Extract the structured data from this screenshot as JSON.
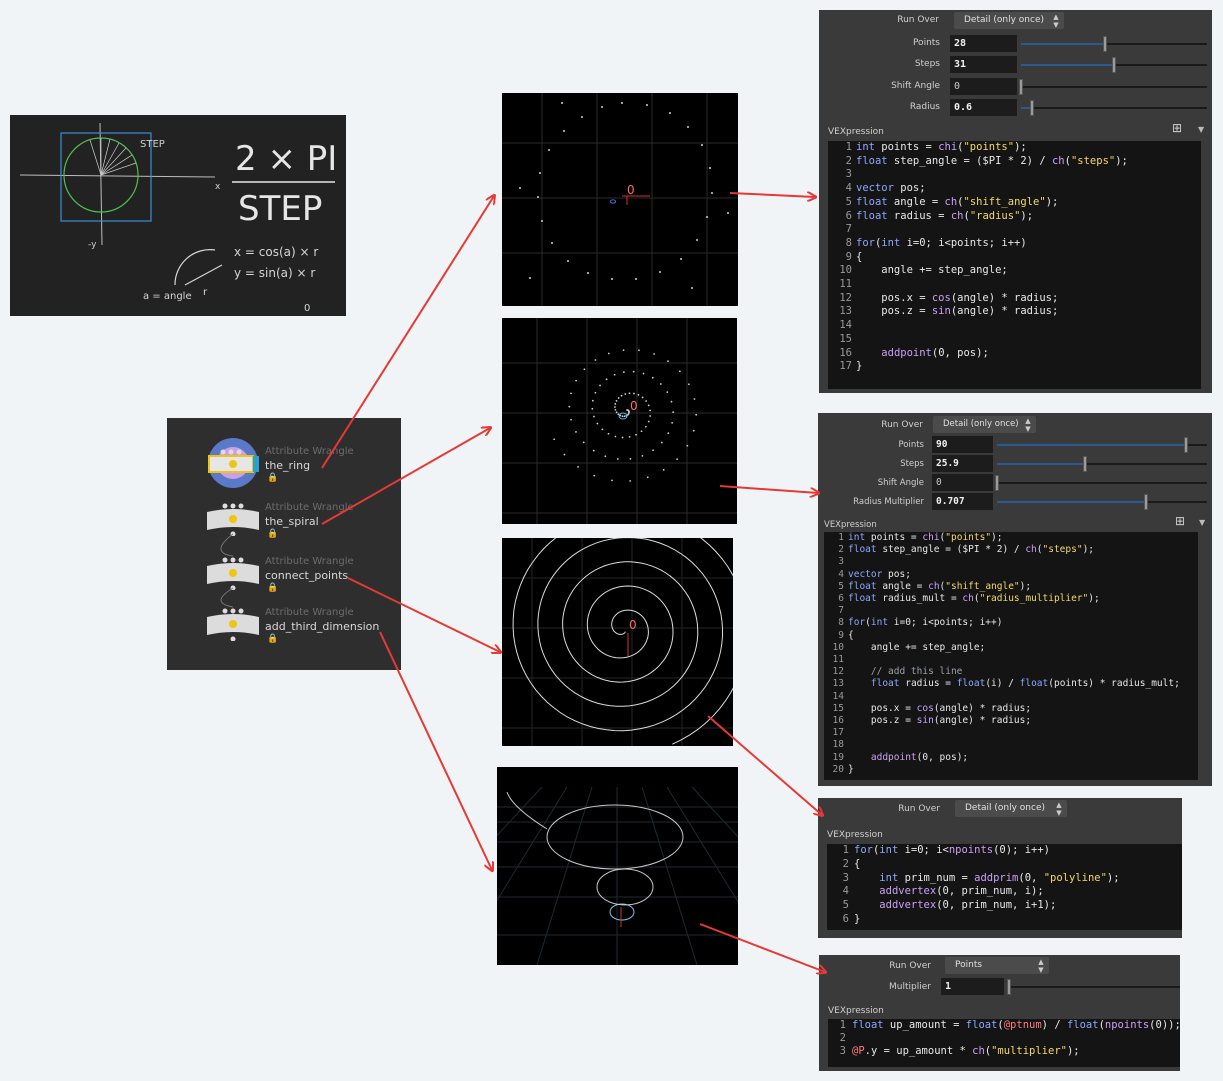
{
  "chalkboard": {
    "formula_top": "2 × PI",
    "formula_bottom": "STEP",
    "eq_x": "x = cos(a) × r",
    "eq_y": "y = sin(a) × r",
    "step_label": "STEP",
    "angle_label": "a = angle",
    "r_label": "r",
    "origin_label": "0",
    "axis_x": "x",
    "axis_y": "-y"
  },
  "network": {
    "nodes": [
      {
        "type": "Attribute Wrangle",
        "name": "the_ring",
        "selected": true
      },
      {
        "type": "Attribute Wrangle",
        "name": "the_spiral",
        "selected": false
      },
      {
        "type": "Attribute Wrangle",
        "name": "connect_points",
        "selected": false
      },
      {
        "type": "Attribute Wrangle",
        "name": "add_third_dimension",
        "selected": false
      }
    ]
  },
  "viewports": {
    "origin_label": "0"
  },
  "panel1": {
    "run_over_label": "Run Over",
    "run_over_value": "Detail (only once)",
    "params": [
      {
        "label": "Points",
        "value": "28",
        "fraction": 0.45
      },
      {
        "label": "Steps",
        "value": "31",
        "fraction": 0.5
      },
      {
        "label": "Shift Angle",
        "value": "0",
        "fraction": 0.0
      },
      {
        "label": "Radius",
        "value": "0.6",
        "fraction": 0.06
      }
    ],
    "vex_label": "VEXpression",
    "line_numbers": [
      "1",
      "2",
      "3",
      "4",
      "5",
      "6",
      "7",
      "8",
      "9",
      "10",
      "11",
      "12",
      "13",
      "14",
      "15",
      "16",
      "17"
    ]
  },
  "panel2": {
    "run_over_label": "Run Over",
    "run_over_value": "Detail (only once)",
    "params": [
      {
        "label": "Points",
        "value": "90",
        "fraction": 0.9
      },
      {
        "label": "Steps",
        "value": "25.9",
        "fraction": 0.42
      },
      {
        "label": "Shift Angle",
        "value": "0",
        "fraction": 0.0
      },
      {
        "label": "Radius Multiplier",
        "value": "0.707",
        "fraction": 0.71
      }
    ],
    "vex_label": "VEXpression",
    "line_numbers": [
      "1",
      "2",
      "3",
      "4",
      "5",
      "6",
      "7",
      "8",
      "9",
      "10",
      "11",
      "12",
      "13",
      "14",
      "15",
      "16",
      "17",
      "18",
      "19",
      "20"
    ]
  },
  "panel3": {
    "run_over_label": "Run Over",
    "run_over_value": "Detail (only once)",
    "vex_label": "VEXpression",
    "line_numbers": [
      "1",
      "2",
      "3",
      "4",
      "5",
      "6"
    ]
  },
  "panel4": {
    "run_over_label": "Run Over",
    "run_over_value": "Points",
    "params": [
      {
        "label": "Multiplier",
        "value": "1",
        "fraction": 0.0
      }
    ],
    "vex_label": "VEXpression",
    "line_numbers": [
      "1",
      "2",
      "3"
    ]
  },
  "code": {
    "p1": [
      [
        [
          "kw",
          "int"
        ],
        [
          "t",
          " points = "
        ],
        [
          "fn",
          "chi"
        ],
        [
          "t",
          "("
        ],
        [
          "str",
          "\"points\""
        ],
        [
          "t",
          ");"
        ]
      ],
      [
        [
          "kw",
          "float"
        ],
        [
          "t",
          " step_angle = ($PI * 2) / "
        ],
        [
          "fn",
          "ch"
        ],
        [
          "t",
          "("
        ],
        [
          "str",
          "\"steps\""
        ],
        [
          "t",
          ");"
        ]
      ],
      [],
      [
        [
          "kw",
          "vector"
        ],
        [
          "t",
          " pos;"
        ]
      ],
      [
        [
          "kw",
          "float"
        ],
        [
          "t",
          " angle = "
        ],
        [
          "fn",
          "ch"
        ],
        [
          "t",
          "("
        ],
        [
          "str",
          "\"shift_angle\""
        ],
        [
          "t",
          ");"
        ]
      ],
      [
        [
          "kw",
          "float"
        ],
        [
          "t",
          " radius = "
        ],
        [
          "fn",
          "ch"
        ],
        [
          "t",
          "("
        ],
        [
          "str",
          "\"radius\""
        ],
        [
          "t",
          ");"
        ]
      ],
      [],
      [
        [
          "kw",
          "for"
        ],
        [
          "t",
          "("
        ],
        [
          "kw",
          "int"
        ],
        [
          "t",
          " i=0; i<points; i++)"
        ]
      ],
      [
        [
          "t",
          "{"
        ]
      ],
      [
        [
          "t",
          "    angle += step_angle;"
        ]
      ],
      [],
      [
        [
          "t",
          "    pos.x = "
        ],
        [
          "fn",
          "cos"
        ],
        [
          "t",
          "(angle) * radius;"
        ]
      ],
      [
        [
          "t",
          "    pos.z = "
        ],
        [
          "fn",
          "sin"
        ],
        [
          "t",
          "(angle) * radius;"
        ]
      ],
      [],
      [],
      [
        [
          "t",
          "    "
        ],
        [
          "fn",
          "addpoint"
        ],
        [
          "t",
          "(0, pos);"
        ]
      ],
      [
        [
          "t",
          "}"
        ]
      ]
    ],
    "p2": [
      [
        [
          "kw",
          "int"
        ],
        [
          "t",
          " points = "
        ],
        [
          "fn",
          "chi"
        ],
        [
          "t",
          "("
        ],
        [
          "str",
          "\"points\""
        ],
        [
          "t",
          ");"
        ]
      ],
      [
        [
          "kw",
          "float"
        ],
        [
          "t",
          " step_angle = ($PI * 2) / "
        ],
        [
          "fn",
          "ch"
        ],
        [
          "t",
          "("
        ],
        [
          "str",
          "\"steps\""
        ],
        [
          "t",
          ");"
        ]
      ],
      [],
      [
        [
          "kw",
          "vector"
        ],
        [
          "t",
          " pos;"
        ]
      ],
      [
        [
          "kw",
          "float"
        ],
        [
          "t",
          " angle = "
        ],
        [
          "fn",
          "ch"
        ],
        [
          "t",
          "("
        ],
        [
          "str",
          "\"shift_angle\""
        ],
        [
          "t",
          ");"
        ]
      ],
      [
        [
          "kw",
          "float"
        ],
        [
          "t",
          " radius_mult = "
        ],
        [
          "fn",
          "ch"
        ],
        [
          "t",
          "("
        ],
        [
          "str",
          "\"radius_multiplier\""
        ],
        [
          "t",
          ");"
        ]
      ],
      [],
      [
        [
          "kw",
          "for"
        ],
        [
          "t",
          "("
        ],
        [
          "kw",
          "int"
        ],
        [
          "t",
          " i=0; i<points; i++)"
        ]
      ],
      [
        [
          "t",
          "{"
        ]
      ],
      [
        [
          "t",
          "    angle += step_angle;"
        ]
      ],
      [],
      [
        [
          "t",
          "    "
        ],
        [
          "cm",
          "// add this line"
        ]
      ],
      [
        [
          "t",
          "    "
        ],
        [
          "kw",
          "float"
        ],
        [
          "t",
          " radius = "
        ],
        [
          "kw",
          "float"
        ],
        [
          "t",
          "(i) / "
        ],
        [
          "kw",
          "float"
        ],
        [
          "t",
          "(points) * radius_mult;"
        ]
      ],
      [],
      [
        [
          "t",
          "    pos.x = "
        ],
        [
          "fn",
          "cos"
        ],
        [
          "t",
          "(angle) * radius;"
        ]
      ],
      [
        [
          "t",
          "    pos.z = "
        ],
        [
          "fn",
          "sin"
        ],
        [
          "t",
          "(angle) * radius;"
        ]
      ],
      [],
      [],
      [
        [
          "t",
          "    "
        ],
        [
          "fn",
          "addpoint"
        ],
        [
          "t",
          "(0, pos);"
        ]
      ],
      [
        [
          "t",
          "}"
        ]
      ]
    ],
    "p3": [
      [
        [
          "kw",
          "for"
        ],
        [
          "t",
          "("
        ],
        [
          "kw",
          "int"
        ],
        [
          "t",
          " i=0; i<"
        ],
        [
          "fn",
          "npoints"
        ],
        [
          "t",
          "(0); i++)"
        ]
      ],
      [
        [
          "t",
          "{"
        ]
      ],
      [
        [
          "t",
          "    "
        ],
        [
          "kw",
          "int"
        ],
        [
          "t",
          " prim_num = "
        ],
        [
          "fn",
          "addprim"
        ],
        [
          "t",
          "(0, "
        ],
        [
          "str",
          "\"polyline\""
        ],
        [
          "t",
          ");"
        ]
      ],
      [
        [
          "t",
          "    "
        ],
        [
          "fn",
          "addvertex"
        ],
        [
          "t",
          "(0, prim_num, i);"
        ]
      ],
      [
        [
          "t",
          "    "
        ],
        [
          "fn",
          "addvertex"
        ],
        [
          "t",
          "(0, prim_num, i+1);"
        ]
      ],
      [
        [
          "t",
          "}"
        ]
      ]
    ],
    "p4": [
      [
        [
          "kw",
          "float"
        ],
        [
          "t",
          " up_amount = "
        ],
        [
          "kw",
          "float"
        ],
        [
          "t",
          "("
        ],
        [
          "var",
          "@ptnum"
        ],
        [
          "t",
          ") / "
        ],
        [
          "kw",
          "float"
        ],
        [
          "t",
          "("
        ],
        [
          "fn",
          "npoints"
        ],
        [
          "t",
          "(0));"
        ]
      ],
      [],
      [
        [
          "var",
          "@P"
        ],
        [
          "t",
          ".y = up_amount * "
        ],
        [
          "fn",
          "ch"
        ],
        [
          "t",
          "("
        ],
        [
          "str",
          "\"multiplier\""
        ],
        [
          "t",
          ");"
        ]
      ]
    ]
  },
  "colors": {
    "arrow": "#e53935",
    "panel_bg": "#3a3a3a",
    "code_bg": "#141414",
    "keyword": "#8fa7ff",
    "function": "#c9a1f5",
    "string": "#f5d86a",
    "node_selected": "#f1c40f"
  }
}
